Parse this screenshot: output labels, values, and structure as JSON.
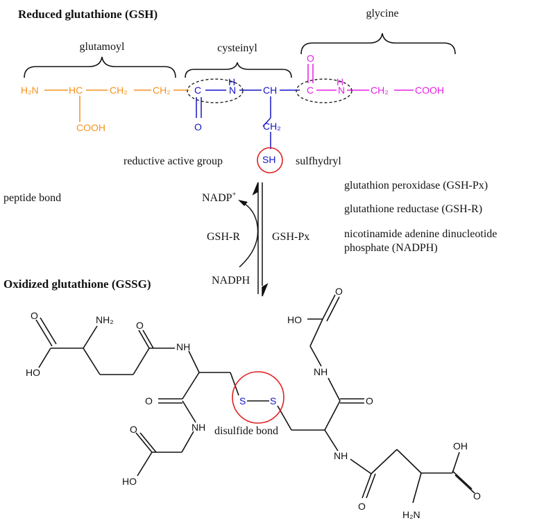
{
  "colors": {
    "glutamoyl": "#F5921E",
    "cysteinyl": "#1414C8",
    "glycine": "#E61EE6",
    "highlight_circle": "#E02020",
    "dashed": "#222222",
    "text": "#111111"
  },
  "gsh": {
    "title": "Reduced glutathione (GSH)",
    "labels": {
      "glutamoyl": "glutamoyl",
      "cysteinyl": "cysteinyl",
      "glycine": "glycine"
    },
    "atoms": {
      "h2n": "H₂N",
      "hc": "HC",
      "ch2_a": "CH₂",
      "ch2_b": "CH₂",
      "cooh_1": "COOH",
      "c_1": "C",
      "o_1": "O",
      "n_1": "N",
      "h_1": "H",
      "ch": "CH",
      "ch2_c": "CH₂",
      "sh": "SH",
      "c_2": "C",
      "o_2": "O",
      "h_2": "H",
      "n_2": "N",
      "ch2_d": "CH₂",
      "cooh_2": "COOH"
    },
    "reductive_active_group": "reductive active group",
    "sulfhydryl": "sulfhydryl"
  },
  "legend": {
    "peptide_bond": "peptide bond",
    "gsh_px": "glutathion peroxidase (GSH-Px)",
    "gsh_r": "glutathione reductase (GSH-R)",
    "nadph_line1": "nicotinamide adenine dinucleotide",
    "nadph_line2": "phosphate (NADPH)"
  },
  "reaction": {
    "nadp": "NADP",
    "nadp_sup": "+",
    "gsh_r": "GSH-R",
    "gsh_px": "GSH-Px",
    "nadph": "NADPH"
  },
  "gssg": {
    "title": "Oxidized glutathione (GSSG)",
    "atoms": {
      "o_a": "O",
      "nh2_a": "NH₂",
      "ho_a": "HO",
      "o_b": "O",
      "nh_a": "NH",
      "o_c": "O",
      "s_1": "S",
      "s_2": "S",
      "nh_b": "NH",
      "o_d": "O",
      "ho_b": "HO",
      "ho_c": "HO",
      "o_e": "O",
      "nh_c": "NH",
      "o_f": "O",
      "nh_d": "NH",
      "oh_d": "OH",
      "o_g": "O",
      "o_h": "O",
      "h2n_d": "H₂N"
    },
    "disulfide_bond": "disulfide bond"
  }
}
